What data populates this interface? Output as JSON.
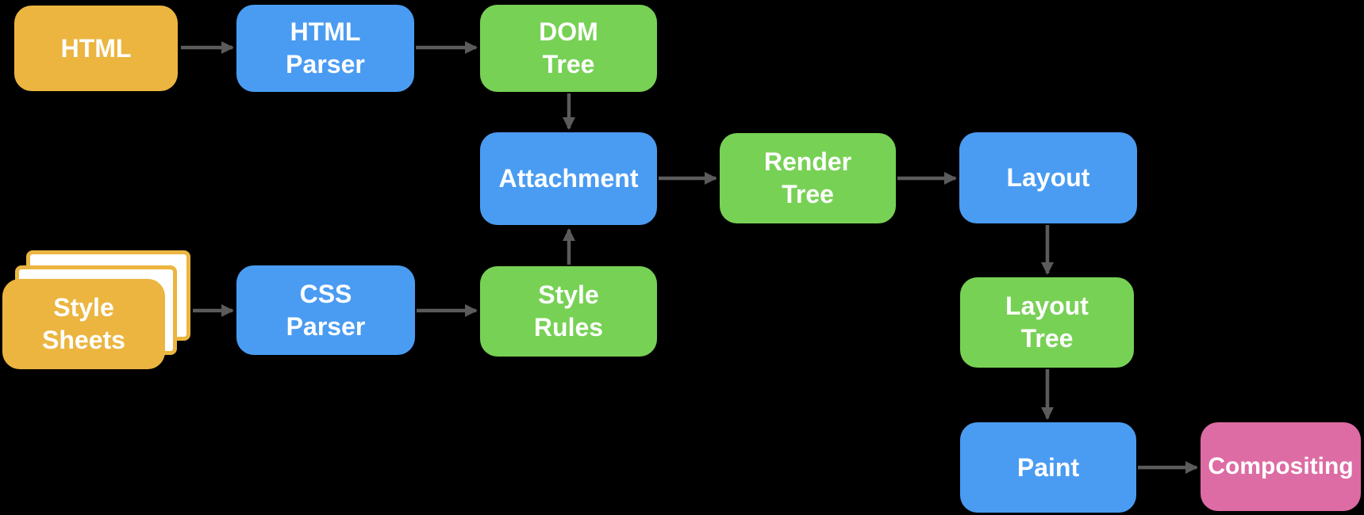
{
  "colors": {
    "background": "#000000",
    "text": "#FFFFFF",
    "source": "#EBB540",
    "process": "#4A9CF2",
    "output": "#77D155",
    "compositing": "#DD6CA4",
    "arrow": "#5B5B5B",
    "sheet_fill": "#FFFFFF"
  },
  "nodes": {
    "html": {
      "label": "HTML",
      "type": "source"
    },
    "html_parser": {
      "label": "HTML\nParser",
      "type": "process"
    },
    "dom_tree": {
      "label": "DOM\nTree",
      "type": "output"
    },
    "style_sheets": {
      "label": "Style\nSheets",
      "type": "source"
    },
    "css_parser": {
      "label": "CSS\nParser",
      "type": "process"
    },
    "style_rules": {
      "label": "Style\nRules",
      "type": "output"
    },
    "attachment": {
      "label": "Attachment",
      "type": "process"
    },
    "render_tree": {
      "label": "Render\nTree",
      "type": "output"
    },
    "layout": {
      "label": "Layout",
      "type": "process"
    },
    "layout_tree": {
      "label": "Layout\nTree",
      "type": "output"
    },
    "paint": {
      "label": "Paint",
      "type": "process"
    },
    "compositing": {
      "label": "Compositing",
      "type": "compositing"
    }
  },
  "edges": [
    {
      "from": "html",
      "to": "html_parser"
    },
    {
      "from": "html_parser",
      "to": "dom_tree"
    },
    {
      "from": "dom_tree",
      "to": "attachment"
    },
    {
      "from": "style_sheets",
      "to": "css_parser"
    },
    {
      "from": "css_parser",
      "to": "style_rules"
    },
    {
      "from": "style_rules",
      "to": "attachment"
    },
    {
      "from": "attachment",
      "to": "render_tree"
    },
    {
      "from": "render_tree",
      "to": "layout"
    },
    {
      "from": "layout",
      "to": "layout_tree"
    },
    {
      "from": "layout_tree",
      "to": "paint"
    },
    {
      "from": "paint",
      "to": "compositing"
    }
  ]
}
